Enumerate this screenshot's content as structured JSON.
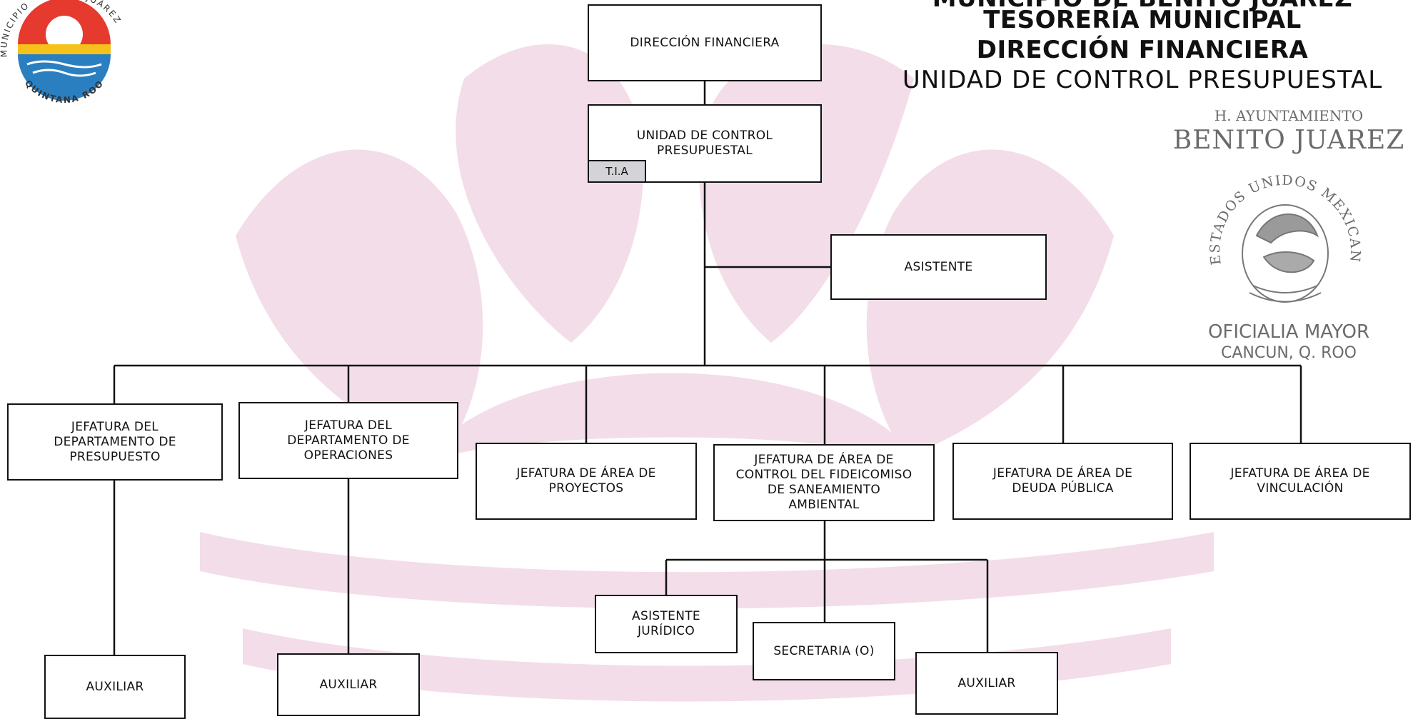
{
  "header": {
    "line0": "MUNICIPIO DE BENITO JUÁREZ",
    "line1": "TESORERÍA MUNICIPAL",
    "line2": "DIRECCIÓN FINANCIERA",
    "line3": "UNIDAD DE CONTROL PRESUPUESTAL"
  },
  "logo": {
    "arc_text_left": "MUNICIPIO",
    "arc_text_right": "JUÁREZ",
    "bottom_text": "QUINTANA ROO",
    "colors": {
      "red": "#e63a2e",
      "yellow": "#f5c21b",
      "blue": "#2a7fc1",
      "sun": "#f28c1e"
    }
  },
  "stamp": {
    "line1": "H. AYUNTAMIENTO",
    "line2": "BENITO JUAREZ",
    "ring_text": "ESTADOS UNIDOS MEXICANOS",
    "line3": "OFICIALIA MAYOR",
    "line4": "CANCUN, Q. ROO",
    "emblem": "mexican-eagle-seal-icon"
  },
  "org": {
    "direccion_financiera": "DIRECCIÓN FINANCIERA",
    "unidad_control": "UNIDAD DE CONTROL\nPRESUPUESTAL",
    "tia": "T.I.A",
    "asistente": "ASISTENTE",
    "jefaturas": {
      "presupuesto": "JEFATURA DEL\nDEPARTAMENTO DE\nPRESUPUESTO",
      "operaciones": "JEFATURA DEL\nDEPARTAMENTO DE\nOPERACIONES",
      "proyectos": "JEFATURA DE ÁREA DE\nPROYECTOS",
      "fideicomiso": "JEFATURA DE ÁREA DE\nCONTROL DEL FIDEICOMISO\nDE SANEAMIENTO\nAMBIENTAL",
      "deuda": "JEFATURA DE ÁREA DE\nDEUDA PÚBLICA",
      "vinculacion": "JEFATURA DE ÁREA DE\nVINCULACIÓN"
    },
    "auxiliar_presupuesto": "AUXILIAR",
    "auxiliar_operaciones": "AUXILIAR",
    "asistente_juridico": "ASISTENTE\nJURÍDICO",
    "secretaria": "SECRETARIA (O)",
    "auxiliar_fideicomiso": "AUXILIAR"
  },
  "colors": {
    "watermark": "#f3dde9",
    "line": "#111111",
    "tia_fill": "#d4d4d8"
  }
}
